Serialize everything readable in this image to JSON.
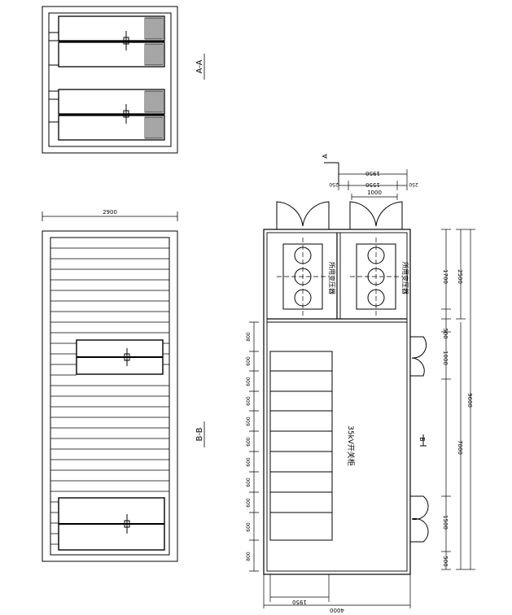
{
  "sections": {
    "aa": {
      "label": "A-A"
    },
    "bb": {
      "label": "B-B"
    }
  },
  "labels": {
    "transformer1": "所用变压器",
    "transformer2": "所用变压器",
    "switchgear": "35kV开关柜",
    "arrow_a": "A",
    "arrow_b": "B"
  },
  "dimensions": {
    "bb_width": "2900",
    "top_total": "1950",
    "top_mid": "1550",
    "top_left": "250",
    "top_right": "250",
    "door_width": "1000",
    "r_1700": "1700",
    "r_2500": "2500",
    "r_500a": "500",
    "r_1000": "1000",
    "r_9600": "9600",
    "r_7000": "7000",
    "r_1500": "1500",
    "r_500b": "500",
    "left_800_top": "800",
    "left_600_1": "600",
    "left_600_2": "600",
    "left_600_3": "600",
    "left_600_4": "600",
    "left_600_5": "600",
    "left_600_6": "600",
    "left_600_7": "600",
    "left_600_8": "600",
    "left_600_9": "600",
    "left_800_bot": "800",
    "bottom_1950": "1950",
    "bottom_4000": "4000"
  },
  "colors": {
    "line": "#000000",
    "background": "#ffffff"
  }
}
